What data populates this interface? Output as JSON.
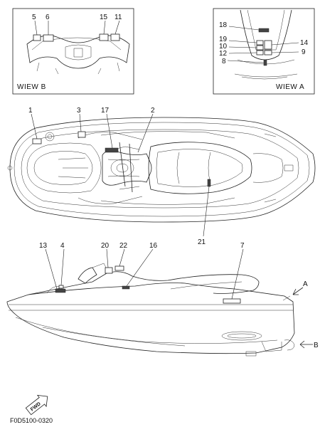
{
  "views": {
    "view_b": {
      "label": "WIEW B",
      "parts": [
        "5",
        "6",
        "15",
        "11"
      ]
    },
    "view_a": {
      "label": "WIEW A",
      "parts": [
        "18",
        "19",
        "10",
        "12",
        "8",
        "14",
        "9"
      ]
    }
  },
  "top_view_parts": [
    "1",
    "3",
    "17",
    "2",
    "21"
  ],
  "side_view_parts": [
    "13",
    "4",
    "20",
    "22",
    "16",
    "7"
  ],
  "arrows": {
    "a": "A",
    "b": "B"
  },
  "fwd": "FWD",
  "figure_code": "F0D5100-0320"
}
